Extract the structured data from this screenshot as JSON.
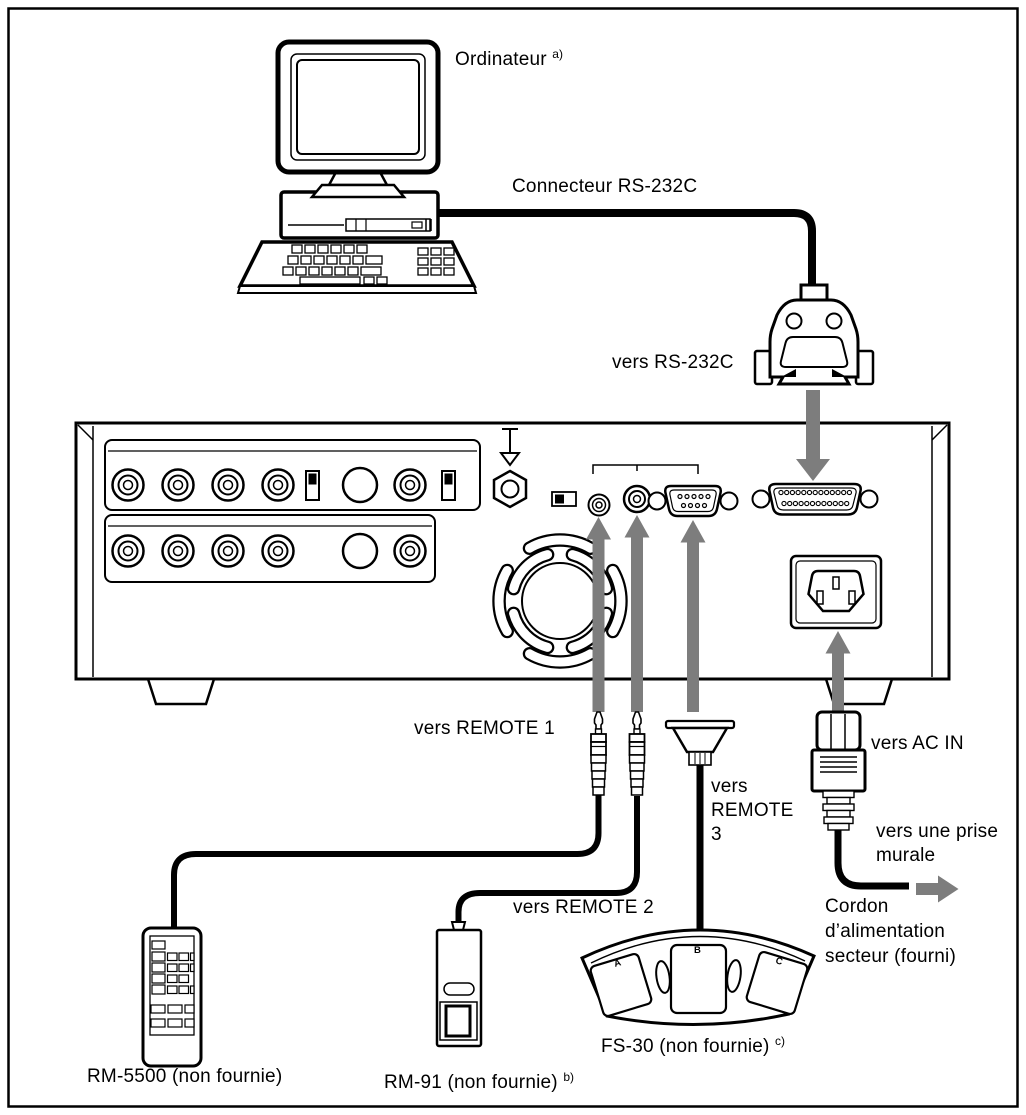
{
  "labels": {
    "computer": "Ordinateur",
    "computer_note": "a)",
    "rs232c_connector": "Connecteur RS-232C",
    "to_rs232c": "vers RS-232C",
    "to_remote1": "vers REMOTE 1",
    "to_remote2": "vers REMOTE 2",
    "to_remote3": [
      "vers",
      "REMOTE",
      "3"
    ],
    "to_ac_in": "vers AC IN",
    "to_wall": [
      "vers une prise",
      "murale"
    ],
    "power_cord": [
      "Cordon",
      "d’alimentation",
      "secteur (fourni)"
    ],
    "rm5500": "RM-5500 (non fournie)",
    "rm91": "RM-91 (non fournie)",
    "rm91_note": "b)",
    "fs30": "FS-30 (non fournie)",
    "fs30_note": "c)",
    "pedal_a": "A",
    "pedal_b": "B",
    "pedal_c": "C"
  },
  "colors": {
    "arrow_gray": "#7d7d7d",
    "line_black": "#000000",
    "background": "#ffffff"
  }
}
